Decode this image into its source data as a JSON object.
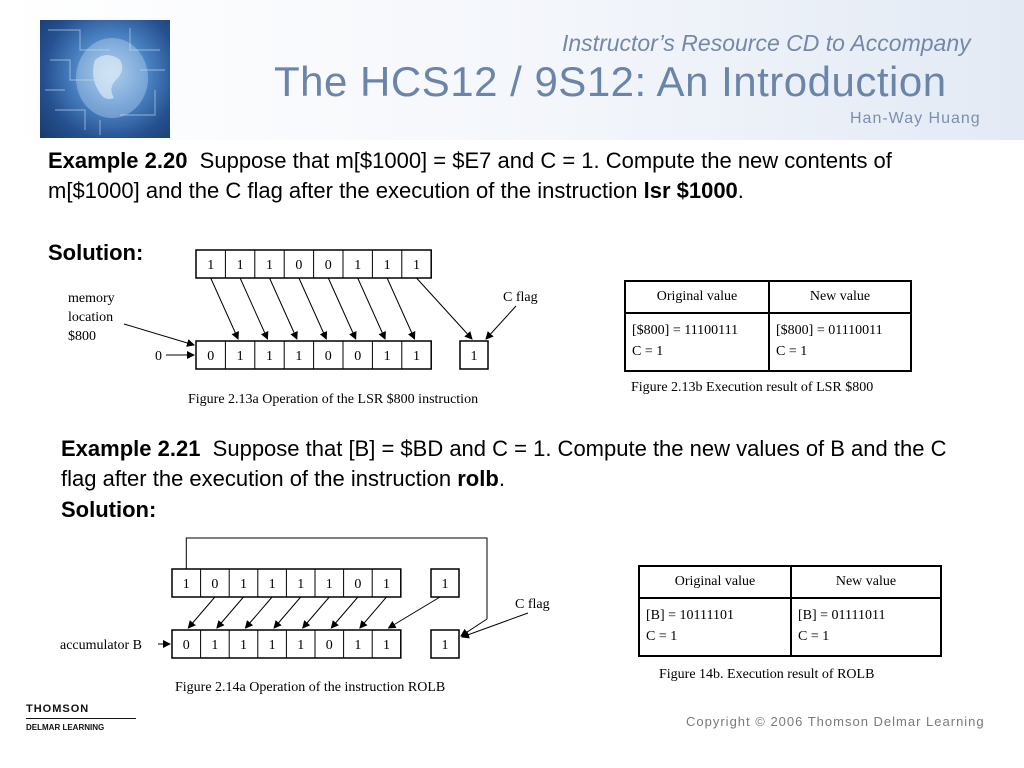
{
  "header": {
    "subtitle": "Instructor’s Resource CD to Accompany",
    "title": "The HCS12 / 9S12: An Introduction",
    "author": "Han-Way Huang"
  },
  "example1": {
    "label": "Example 2.20",
    "text_before": "Suppose that m[$1000] = $E7 and C = 1.  Compute the new contents of m[$1000] and the C flag after the execution of the instruction ",
    "instruction": "lsr $1000",
    "text_after": ".",
    "solution": "Solution:",
    "diagram": {
      "top_bits": [
        "1",
        "1",
        "1",
        "0",
        "0",
        "1",
        "1",
        "1"
      ],
      "bottom_bits": [
        "0",
        "1",
        "1",
        "1",
        "0",
        "0",
        "1",
        "1"
      ],
      "carry_value": "1",
      "shift_in": "0",
      "label_memory": [
        "memory",
        "location",
        "$800"
      ],
      "label_cflag": "C flag",
      "caption": "Figure 2.13a Operation of the LSR $800 instruction"
    },
    "table": {
      "headers": [
        "Original value",
        "New value"
      ],
      "row": [
        [
          "[$800] = 11100111",
          "C = 1"
        ],
        [
          "[$800] = 01110011",
          "C = 1"
        ]
      ],
      "caption": "Figure 2.13b Execution result of LSR $800"
    }
  },
  "example2": {
    "label": "Example 2.21",
    "text_before": "Suppose that [B] = $BD and C = 1.  Compute the new values of B and the C flag after the execution of the instruction ",
    "instruction": "rolb",
    "text_after": ".",
    "solution": "Solution:",
    "diagram": {
      "top_bits": [
        "1",
        "0",
        "1",
        "1",
        "1",
        "1",
        "0",
        "1"
      ],
      "bottom_bits": [
        "0",
        "1",
        "1",
        "1",
        "1",
        "0",
        "1",
        "1"
      ],
      "carry_top": "1",
      "carry_bottom": "1",
      "label_acc": "accumulator B",
      "label_cflag": "C flag",
      "caption": "Figure 2.14a Operation of the instruction ROLB"
    },
    "table": {
      "headers": [
        "Original value",
        "New value"
      ],
      "row": [
        [
          "[B] = 10111101",
          "C = 1"
        ],
        [
          "[B] = 01111011",
          "C = 1"
        ]
      ],
      "caption": "Figure 14b. Execution result of ROLB"
    }
  },
  "footer": {
    "publisher_line1": "THOMSON",
    "publisher_line2": "DELMAR LEARNING",
    "copyright": "Copyright © 2006 Thomson Delmar Learning"
  }
}
